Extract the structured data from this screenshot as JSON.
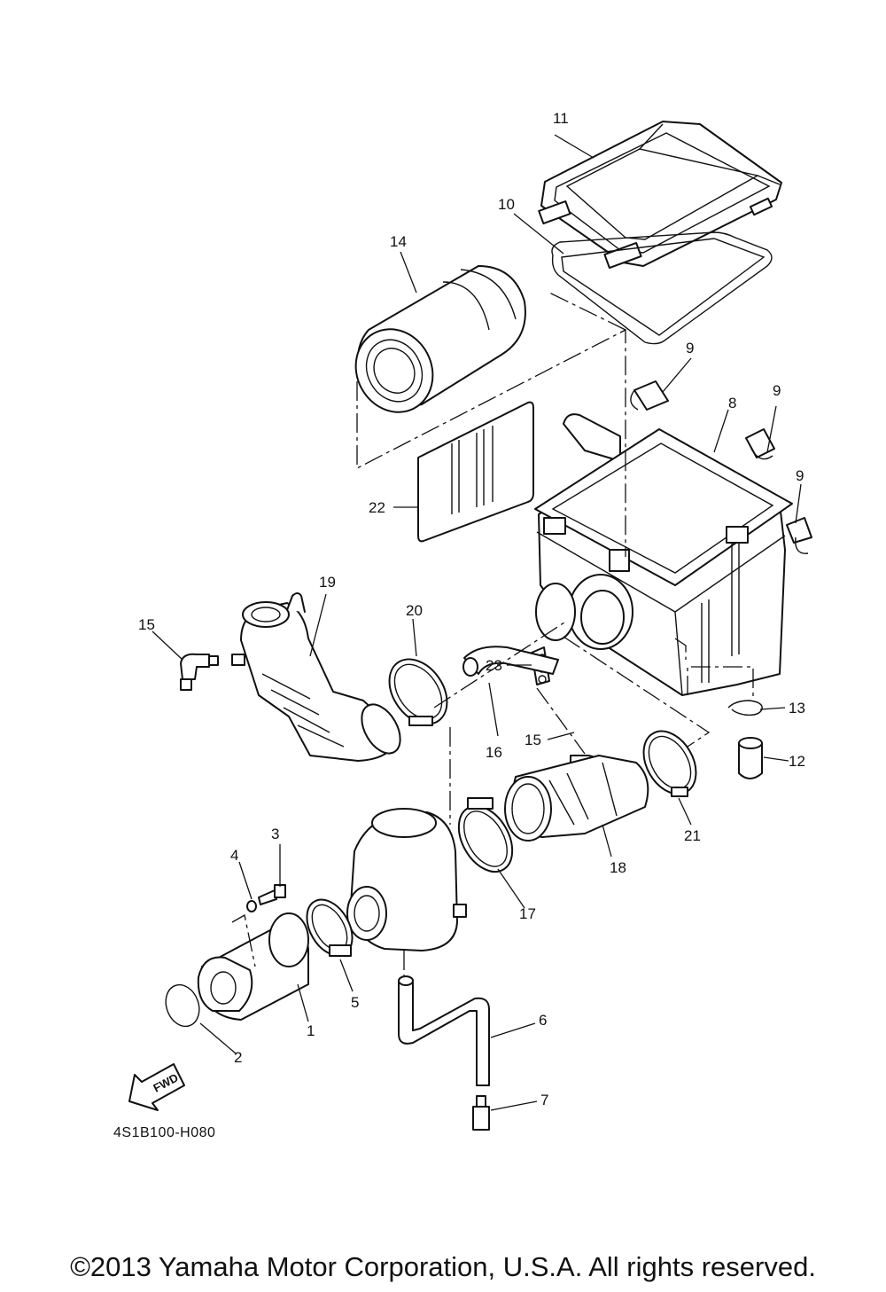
{
  "callouts": [
    "1",
    "2",
    "3",
    "4",
    "5",
    "6",
    "7",
    "8",
    "9",
    "10",
    "11",
    "12",
    "13",
    "14",
    "15",
    "16",
    "17",
    "18",
    "19",
    "20",
    "21",
    "22",
    "23"
  ],
  "direction_arrow": "FWD",
  "diagram_code": "4S1B100-H080",
  "copyright": "©2013 Yamaha Motor Corporation, U.S.A. All rights reserved.",
  "colors": {
    "line": "#111111",
    "background": "#ffffff"
  }
}
